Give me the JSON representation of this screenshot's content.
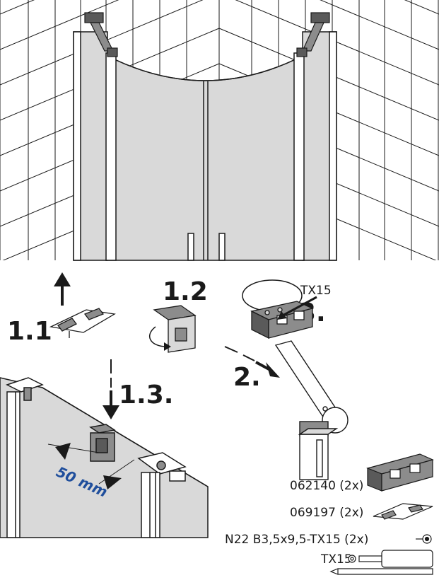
{
  "steps": {
    "s1_1": "1.1",
    "s1_2": "1.2",
    "s1_3": "1.3.",
    "s2": "2.",
    "s3": "3.",
    "tool_top": "TX15"
  },
  "dimension": {
    "label": "50 mm",
    "color": "#1f4e9c"
  },
  "parts": [
    {
      "code": "062140 (2x)"
    },
    {
      "code": "069197 (2x)"
    },
    {
      "code": "N22 B3,5x9,5-TX15 (2x)"
    },
    {
      "code": "TX15"
    }
  ],
  "colors": {
    "glass": "#d9d9d9",
    "line": "#1a1a1a",
    "part_dark": "#5a5a5a",
    "part_mid": "#8c8c8c"
  }
}
